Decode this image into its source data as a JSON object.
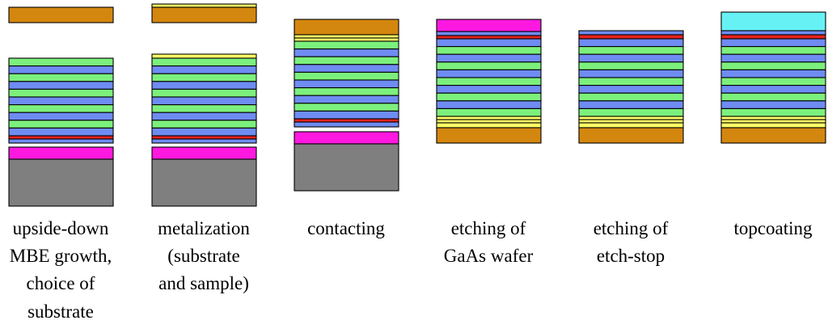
{
  "colors": {
    "gold": "#D4870E",
    "yellow": "#FFFF66",
    "green": "#7CF07C",
    "blue": "#6E8CF2",
    "red": "#E8231E",
    "magenta": "#FF19E0",
    "gray": "#7F7F7F",
    "cyan": "#66F2F5"
  },
  "steps": [
    {
      "id": "upside-down-growth",
      "caption": [
        "upside-down",
        "MBE growth,",
        "choice of",
        "substrate"
      ]
    },
    {
      "id": "metalization",
      "caption": [
        "metalization",
        "(substrate",
        "and sample)"
      ]
    },
    {
      "id": "contacting",
      "caption": [
        "contacting"
      ]
    },
    {
      "id": "etching-wafer",
      "caption": [
        "etching of",
        "GaAs wafer"
      ]
    },
    {
      "id": "etching-etch-stop",
      "caption": [
        "etching of",
        "etch-stop"
      ]
    },
    {
      "id": "topcoating",
      "caption": [
        "topcoating"
      ]
    }
  ]
}
